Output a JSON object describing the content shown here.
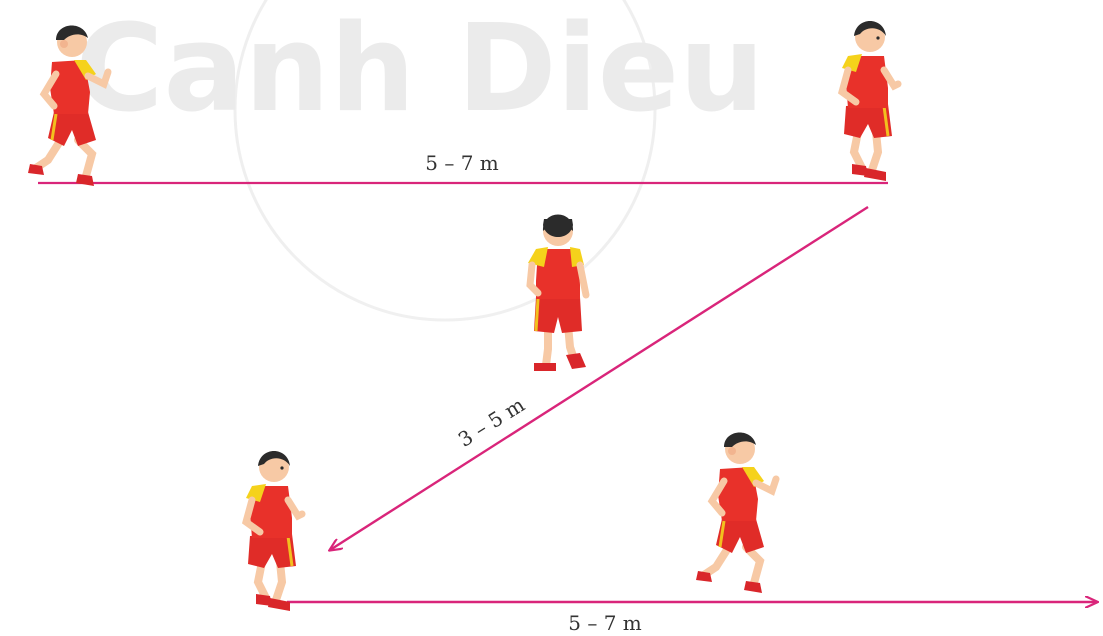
{
  "watermark": {
    "text": "Canh Dieu"
  },
  "segments": [
    {
      "label": "5 – 7 m"
    },
    {
      "label": "3 – 5 m"
    },
    {
      "label": "5 – 7 m"
    }
  ],
  "colors": {
    "path": "#d9257a",
    "shirt": "#e8312a",
    "sleeve": "#f5d21b",
    "shorts": "#e02c28",
    "stripe": "#f2c01e",
    "skin": "#f7c9a5",
    "hair": "#2b2b2b",
    "shoe": "#d9262a"
  },
  "figures": [
    {
      "id": "runner-start",
      "pose": "running"
    },
    {
      "id": "runner-turn-top",
      "pose": "stopping"
    },
    {
      "id": "runner-diagonal",
      "pose": "running-back-view"
    },
    {
      "id": "runner-turn-bottom",
      "pose": "stopping"
    },
    {
      "id": "runner-finish",
      "pose": "running"
    }
  ]
}
